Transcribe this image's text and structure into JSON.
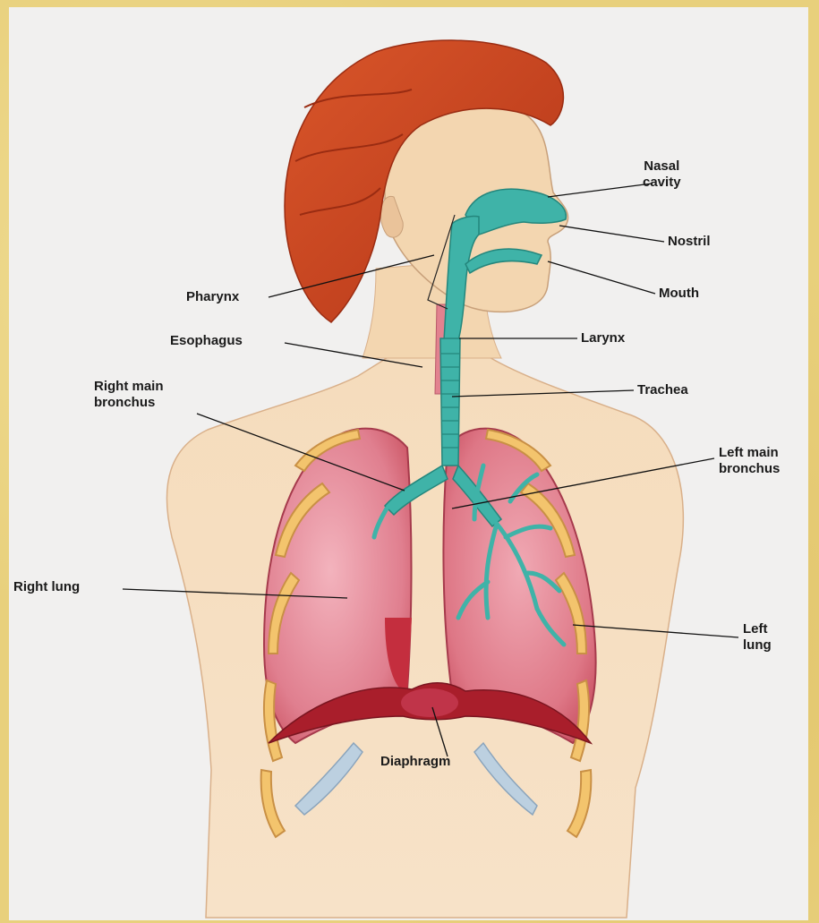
{
  "labels": {
    "nasal_cavity": "Nasal\ncavity",
    "nostril": "Nostril",
    "mouth": "Mouth",
    "pharynx": "Pharynx",
    "esophagus": "Esophagus",
    "larynx": "Larynx",
    "trachea": "Trachea",
    "right_main_bronchus": "Right main\nbronchus",
    "left_main_bronchus": "Left main\nbronchus",
    "right_lung": "Right lung",
    "left_lung": "Left\nlung",
    "diaphragm": "Diaphragm"
  },
  "colors": {
    "airway": "#3fb3a8",
    "lung": "#e2808f",
    "hair": "#c8401e",
    "skin": "#f3d8b4",
    "diaphragm": "#a91e2b",
    "rib": "#f3c46d"
  }
}
